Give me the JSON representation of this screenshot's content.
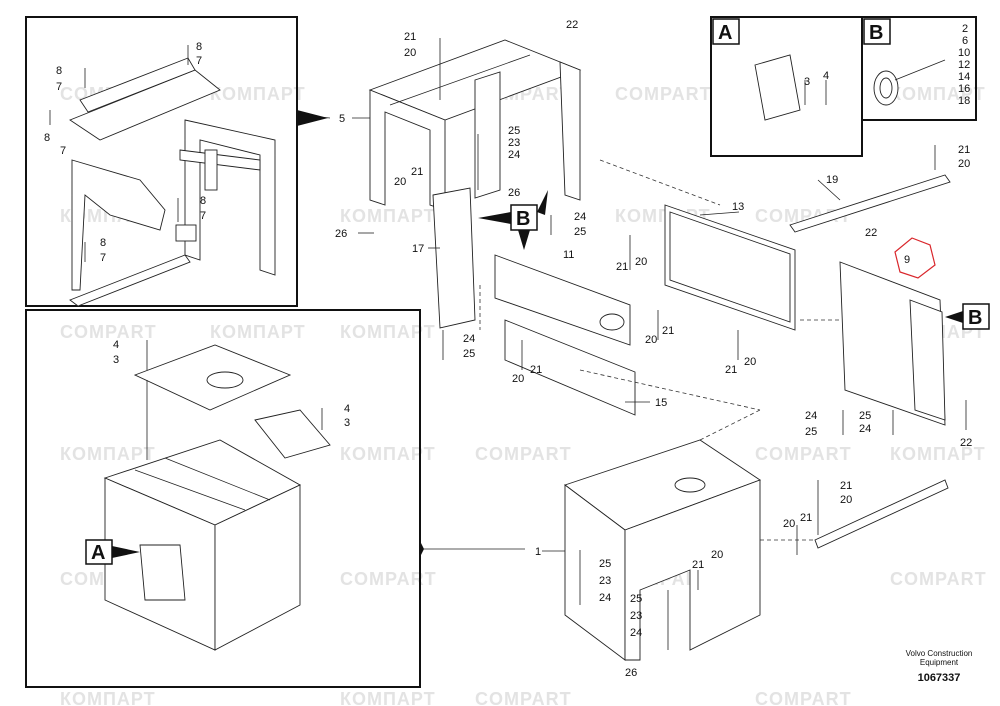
{
  "watermarks": [
    "COMPART",
    "КОМПАРТ"
  ],
  "detail_a": {
    "label": "A",
    "callouts": [
      "3",
      "4"
    ]
  },
  "detail_b": {
    "label": "B",
    "callouts": [
      "2",
      "6",
      "10",
      "12",
      "14",
      "16",
      "18"
    ]
  },
  "pointer_labels": {
    "a_main": "A",
    "b_upper": "B",
    "b_right": "B"
  },
  "top_left_callouts": [
    "8",
    "7",
    "8",
    "7",
    "8",
    "7",
    "8",
    "7",
    "8",
    "7"
  ],
  "bottom_left_callouts": [
    "4",
    "3",
    "4",
    "3"
  ],
  "callouts": {
    "c21a": "21",
    "c20a": "20",
    "c22a": "22",
    "c5": "5",
    "c25a": "25",
    "c23a": "23",
    "c24a": "24",
    "c20b": "20",
    "c21b": "21",
    "c26a": "26",
    "c26b": "26",
    "c24b": "24",
    "c25b": "25",
    "c17": "17",
    "c11": "11",
    "c24c": "24",
    "c25c": "25",
    "c13": "13",
    "c21c": "21",
    "c20c": "20",
    "c20d": "20",
    "c21d": "21",
    "c20e": "20",
    "c21e": "21",
    "c21f": "21",
    "c20f": "20",
    "c15": "15",
    "c19": "19",
    "c21g": "21",
    "c20g": "20",
    "c22b": "22",
    "c9": "9",
    "c24d": "24",
    "c25d": "25",
    "c25e": "25",
    "c24e": "24",
    "c22c": "22",
    "c1": "1",
    "c25f": "25",
    "c23b": "23",
    "c24f": "24",
    "c25g": "25",
    "c23c": "23",
    "c24g": "24",
    "c26c": "26",
    "c21h": "21",
    "c20h": "20",
    "c20i": "20",
    "c21i": "21",
    "c21j": "21",
    "c20j": "20"
  },
  "credit": {
    "line1": "Volvo Construction",
    "line2": "Equipment",
    "doc_number": "1067337"
  },
  "colors": {
    "ink": "#111111",
    "watermark": "#e3e3e3",
    "highlight": "#d9262b"
  }
}
